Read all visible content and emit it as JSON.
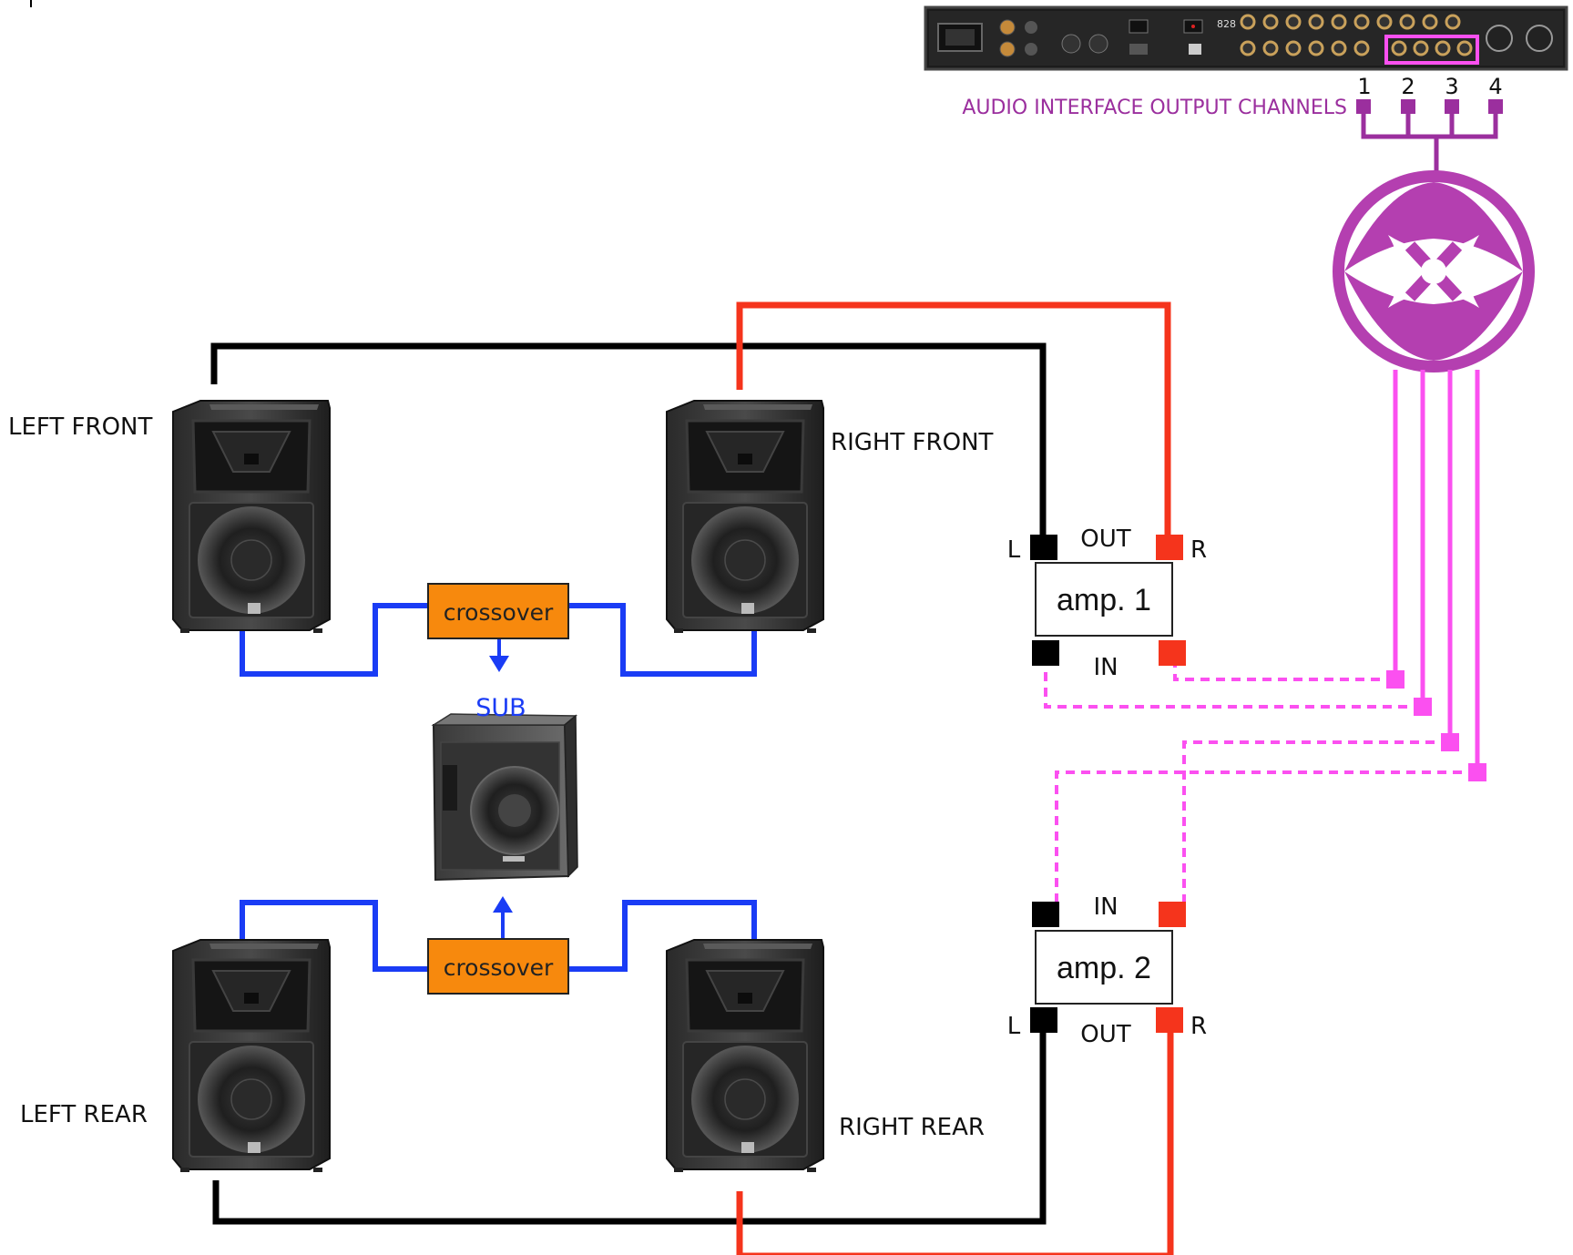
{
  "speakers": {
    "left_front": "LEFT FRONT",
    "right_front": "RIGHT FRONT",
    "left_rear": "LEFT REAR",
    "right_rear": "RIGHT REAR",
    "sub": "SUB"
  },
  "crossovers": {
    "front": "crossover",
    "rear": "crossover"
  },
  "amp1": {
    "name": "amp. 1",
    "out": "OUT",
    "in": "IN",
    "left": "L",
    "right": "R"
  },
  "amp2": {
    "name": "amp. 2",
    "out": "OUT",
    "in": "IN",
    "left": "L",
    "right": "R"
  },
  "interface": {
    "label": "AUDIO INTERFACE OUTPUT CHANNELS",
    "model": "828",
    "channels": [
      "1",
      "2",
      "3",
      "4"
    ]
  },
  "colors": {
    "left_cable": "#000000",
    "right_cable": "#f5341c",
    "crossover_cable": "#1a3cf5",
    "crossover_box": "#f7890d",
    "input_cable": "#fb50f0",
    "interface_accent": "#9b2f9e"
  }
}
